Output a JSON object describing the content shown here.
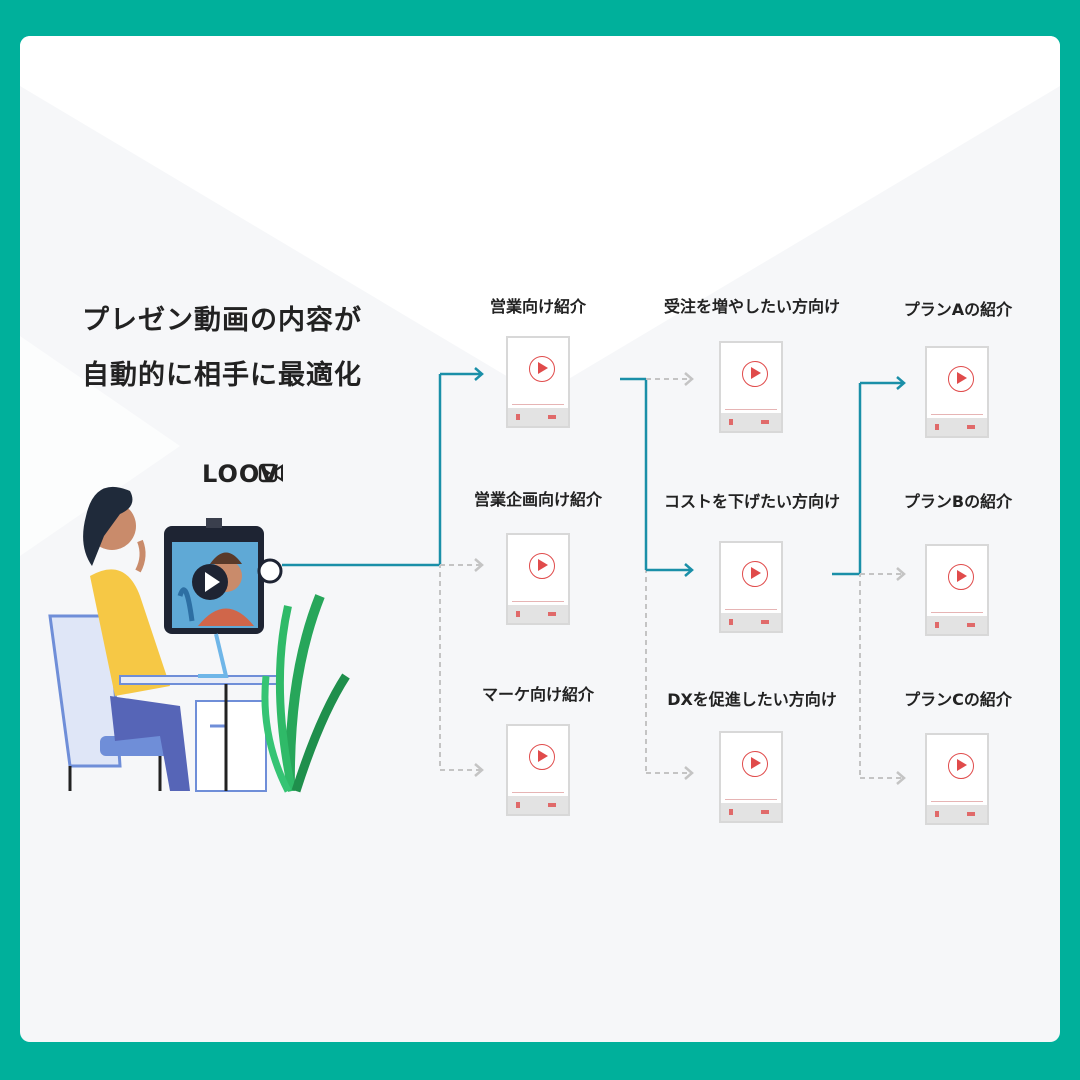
{
  "headline": {
    "line1": "プレゼン動画の内容が",
    "line2": "自動的に相手に最適化"
  },
  "logo": {
    "text": "LOOV",
    "icon": "video-camera-icon"
  },
  "colors": {
    "frame": "#00b09b",
    "active_arrow": "#1a8fa8",
    "inactive_arrow": "#c4c4c4",
    "play": "#e04b4b"
  },
  "columns": [
    {
      "nodes": [
        {
          "label": "営業向け紹介",
          "active": true
        },
        {
          "label": "営業企画向け紹介",
          "active": false
        },
        {
          "label": "マーケ向け紹介",
          "active": false
        }
      ]
    },
    {
      "nodes": [
        {
          "label": "受注を増やしたい方向け",
          "active": false
        },
        {
          "label": "コストを下げたい方向け",
          "active": true
        },
        {
          "label": "DXを促進したい方向け",
          "active": false
        }
      ]
    },
    {
      "nodes": [
        {
          "label": "プランAの紹介",
          "active": true
        },
        {
          "label": "プランBの紹介",
          "active": false
        },
        {
          "label": "プランCの紹介",
          "active": false
        }
      ]
    }
  ]
}
